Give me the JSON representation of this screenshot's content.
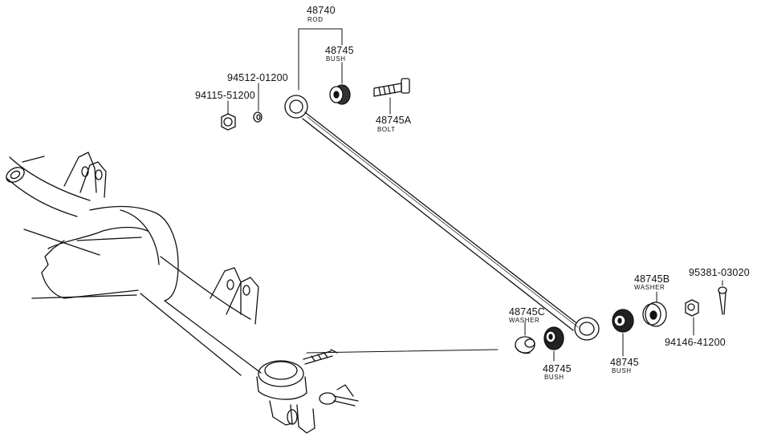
{
  "diagram": {
    "callouts": [
      {
        "id": "rod",
        "part_number": "48740",
        "name": "ROD"
      },
      {
        "id": "bush-top",
        "part_number": "48745",
        "name": "BUSH"
      },
      {
        "id": "bolt",
        "part_number": "48745A",
        "name": "BOLT"
      },
      {
        "id": "washer-left",
        "part_number": "94512-01200",
        "name": ""
      },
      {
        "id": "nut-left",
        "part_number": "94115-51200",
        "name": ""
      },
      {
        "id": "washer-c",
        "part_number": "48745C",
        "name": "WASHER"
      },
      {
        "id": "bush-lower-left",
        "part_number": "48745",
        "name": "BUSH"
      },
      {
        "id": "bush-lower-right",
        "part_number": "48745",
        "name": "BUSH"
      },
      {
        "id": "washer-b",
        "part_number": "48745B",
        "name": "WASHER"
      },
      {
        "id": "cotter-pin",
        "part_number": "95381-03020",
        "name": ""
      },
      {
        "id": "nut-right",
        "part_number": "94146-41200",
        "name": ""
      }
    ]
  }
}
